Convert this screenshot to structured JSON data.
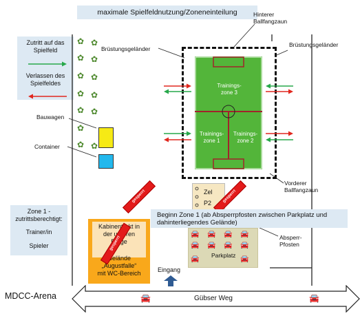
{
  "title": "maximale Spielfeldnutzung/Zoneneinteilung",
  "labels": {
    "hinterer_ballfangzaun": "Hinterer\nBallfangzaun",
    "bruestung_left": "Brüstungsgeländer",
    "bruestung_right": "Brüstungsgeländer",
    "bauwagen": "Bauwagen",
    "container": "Container",
    "vorderer_ballfangzaun": "Vorderer\nBallfangzaun",
    "absperrpfosten": "Absperr-\nPfosten",
    "eingang": "Eingang",
    "parkplatz": "Parkplatz",
    "arena": "MDCC-Arena",
    "road": "Gübser Weg"
  },
  "legend": {
    "zutritt": "Zutritt auf das\nSpielfeld",
    "verlassen": "Verlassen des\nSpielfeldes"
  },
  "zones": {
    "z3": "Trainings-\nzone 3",
    "z1": "Trainings-\nzone 1",
    "z2": "Trainings-\nzone 2"
  },
  "zone1_box": {
    "title": "Zone 1 -\nzutrittsberechtigt:",
    "line1": "Trainer/in",
    "line2": "Spieler"
  },
  "beginn_zone1": "Beginn Zone 1 (ab Absperrpfosten zwischen Parkplatz und\ndahinterliegendes Gelände)",
  "kabinentrakt": {
    "top": "Kabinentrakt in\nder unteren\nEtage",
    "bottom": "Gelände\n„Augustfalle“\nmit WC-Bereich"
  },
  "zel": "Zel\nP2",
  "signs": {
    "left": "gesperrt",
    "kabine": "gesperrt",
    "zel": "gesperrt"
  },
  "colors": {
    "field": "#53b53a",
    "field_line": "#a1232b",
    "enter_arrow": "#27a84a",
    "exit_arrow": "#e1271e",
    "info_box": "#dde9f3",
    "orange": "#f9a81b",
    "yellow": "#f6ea15",
    "cyan": "#22b8ed",
    "eingang_arrow": "#2f5b93",
    "parking": "#dcd9b6"
  }
}
